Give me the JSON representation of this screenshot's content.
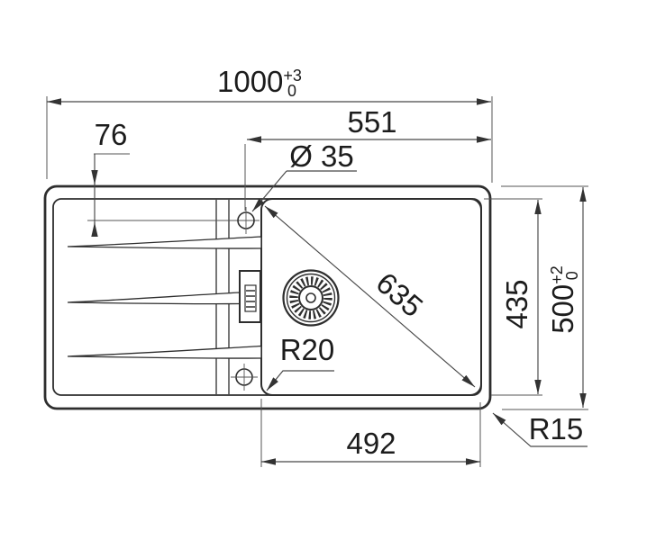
{
  "drawing": {
    "dimensions": {
      "overall_width": {
        "value": "1000",
        "tol_plus": "+3",
        "tol_minus": "0"
      },
      "hole_offset_right": {
        "value": "551"
      },
      "tap_hole_diameter": {
        "value": "Ø 35"
      },
      "hole_edge_distance": {
        "value": "76"
      },
      "bowl_diagonal": {
        "value": "635"
      },
      "bowl_depth": {
        "value": "435"
      },
      "overall_depth": {
        "value": "500",
        "tol_plus": "+2",
        "tol_minus": "0"
      },
      "bowl_corner_radius": {
        "value": "R20"
      },
      "rim_corner_radius": {
        "value": "R15"
      },
      "bowl_width": {
        "value": "492"
      }
    },
    "colors": {
      "background": "#ffffff",
      "outline": "#2e2e2e",
      "dimension_lines": "#474747",
      "text": "#1c1c1c"
    }
  }
}
